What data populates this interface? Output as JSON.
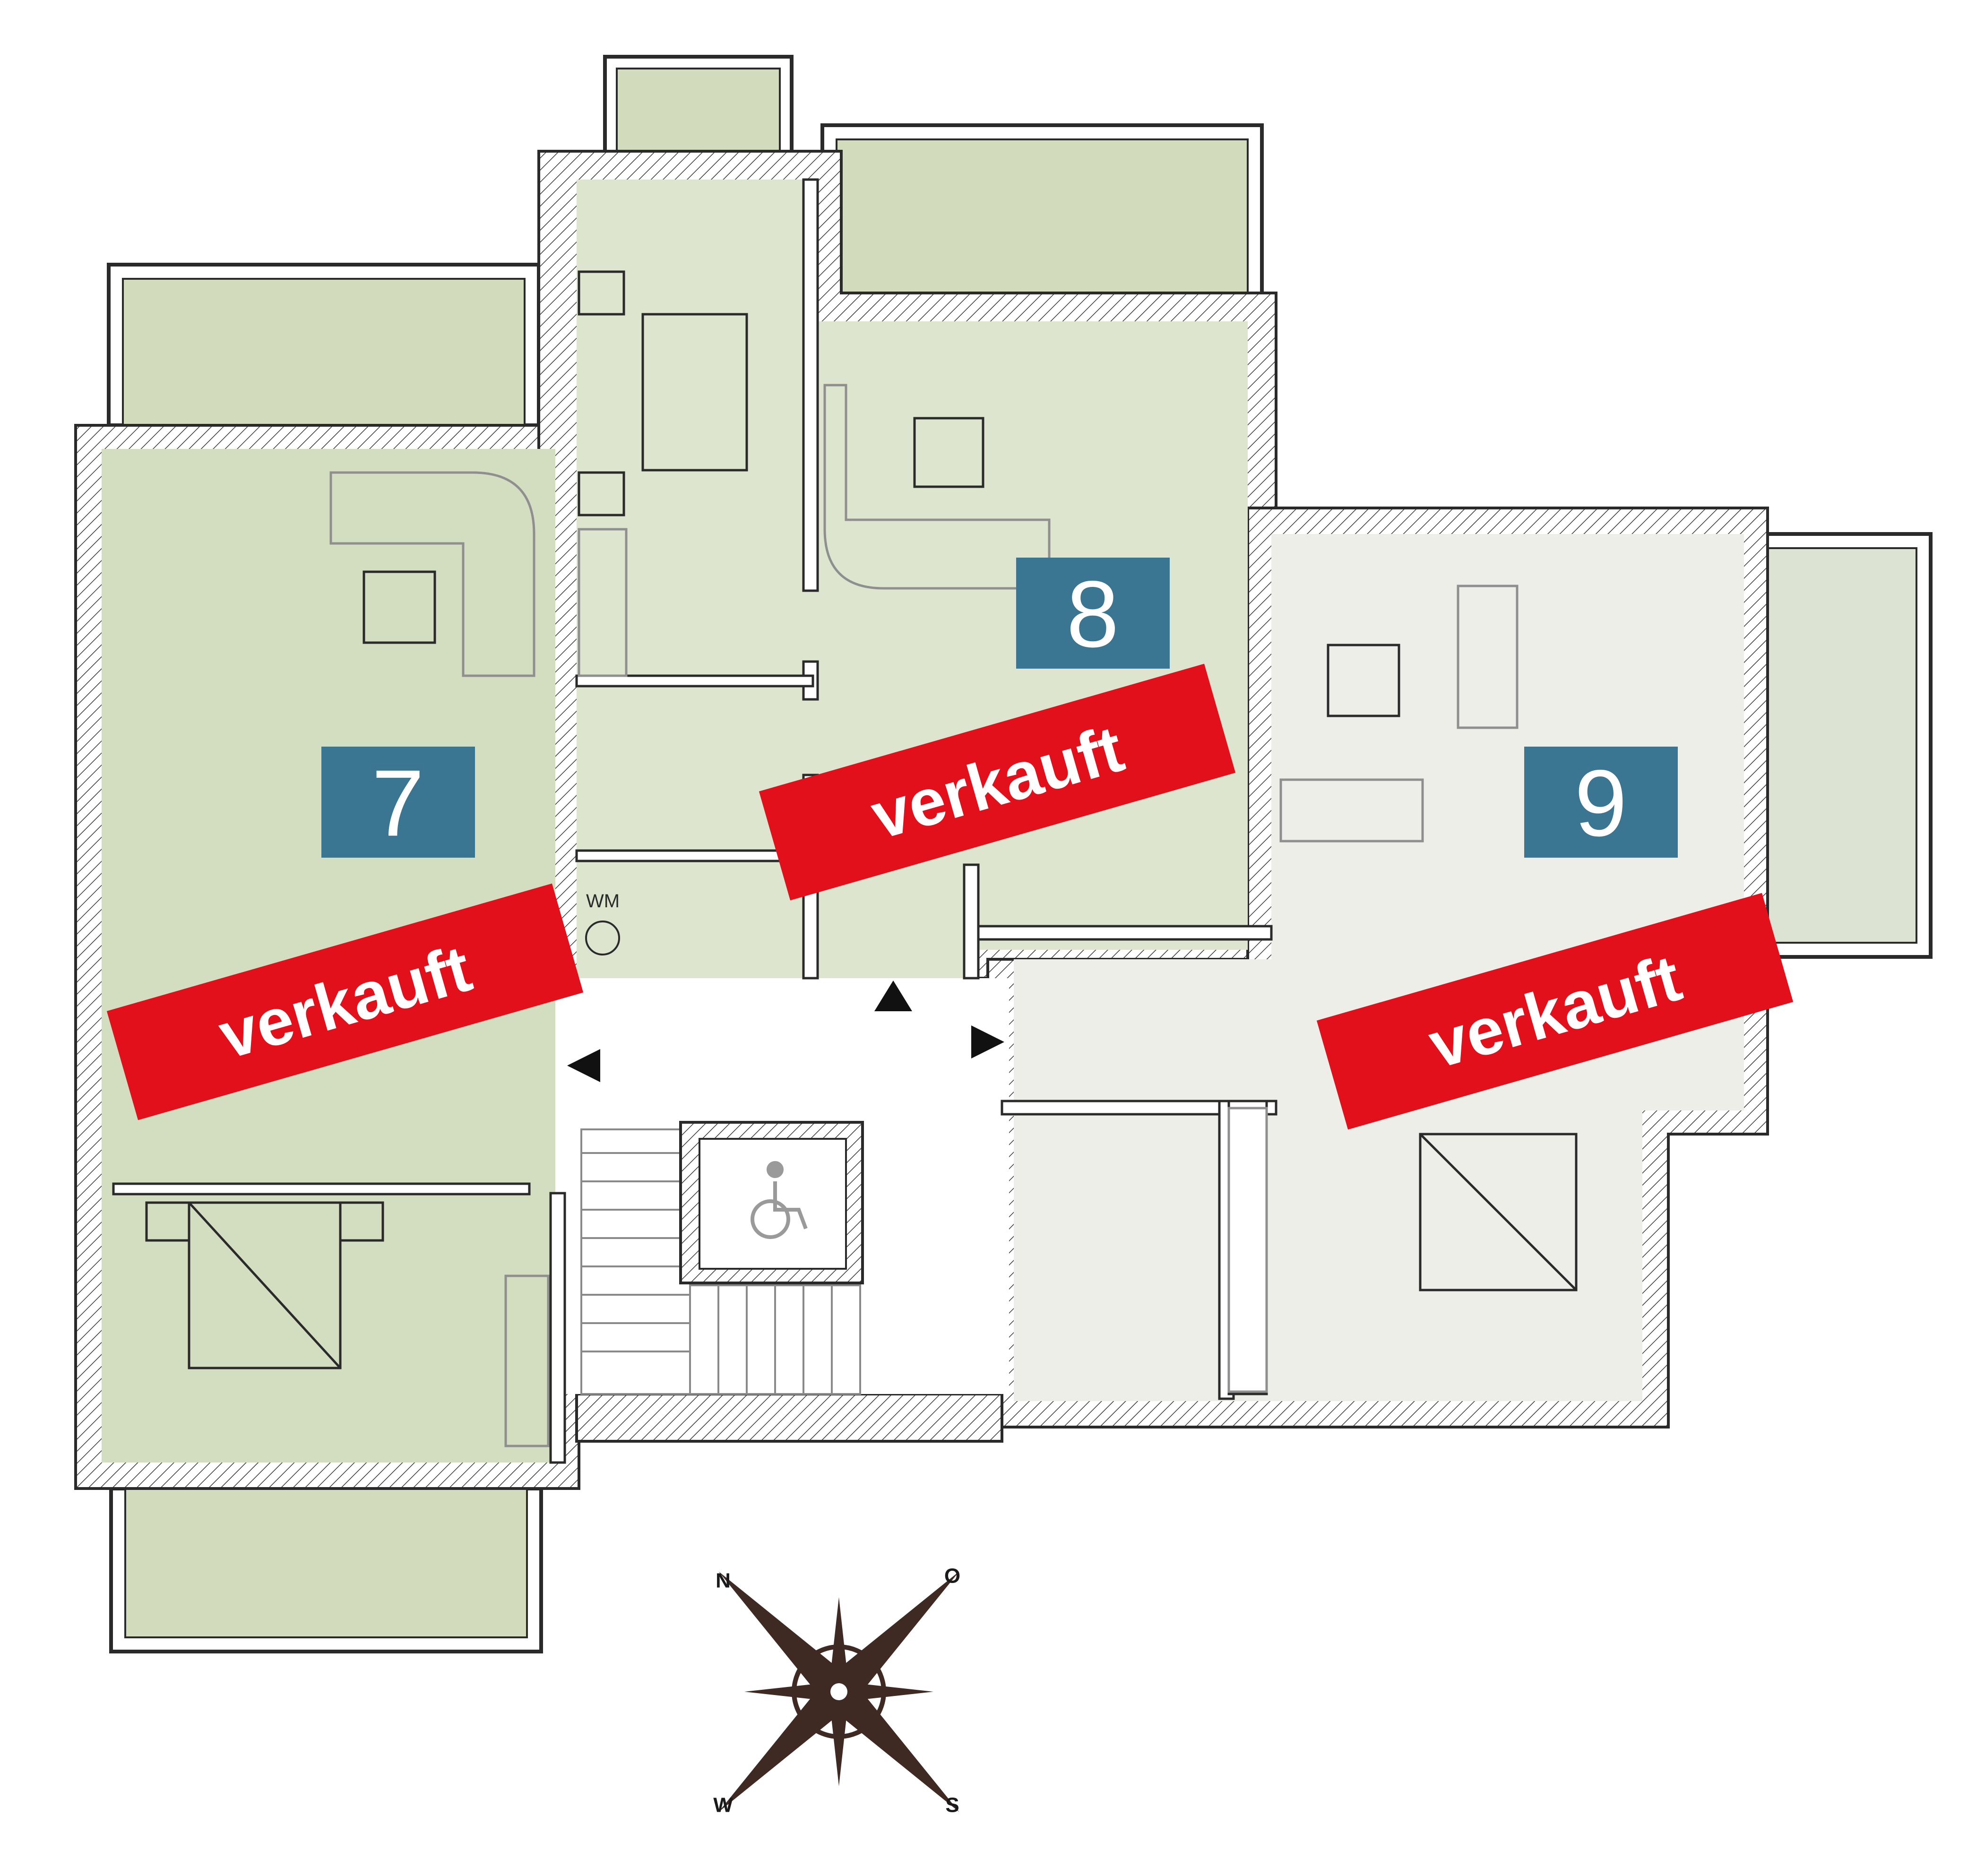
{
  "colors": {
    "apartment_7": "#d3ddbf",
    "apartment_8": "#dde5ce",
    "apartment_9": "#eceee7",
    "balcony": "#d2dcbd",
    "wall_hatch": "#3a3a3a",
    "number_badge": "#3a7591",
    "sold_banner": "#e2101b",
    "compass": "#3e2a22"
  },
  "apartments": [
    {
      "id": "7",
      "number": "7",
      "status": "verkauft"
    },
    {
      "id": "8",
      "number": "8",
      "status": "verkauft"
    },
    {
      "id": "9",
      "number": "9",
      "status": "verkauft"
    }
  ],
  "compass": {
    "north": "N",
    "east": "O",
    "south": "S",
    "west": "W"
  },
  "labels": {
    "washing_machine": "WM"
  },
  "icons": {
    "elevator": "wheelchair-icon",
    "entrances": [
      "arrow-left-icon",
      "arrow-up-icon",
      "arrow-right-icon"
    ]
  }
}
